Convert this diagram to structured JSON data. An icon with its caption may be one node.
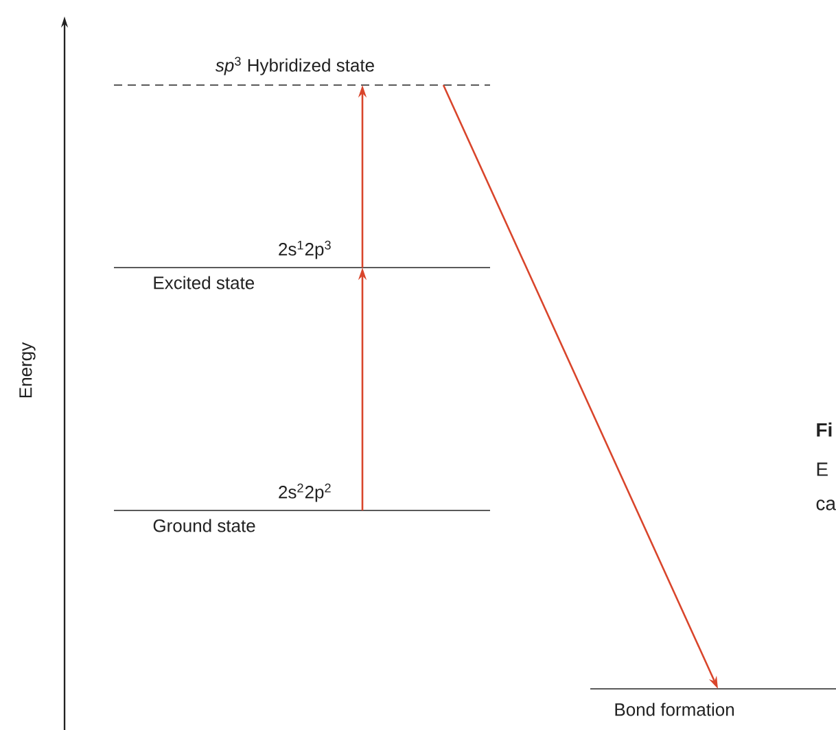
{
  "diagram": {
    "nodes": [
      {
        "text": [
          "*sp*$^{3}$ Hybridized state"
        ]
      },
      {
        "text": [
          "2s$^{1}$2p$^{3}$",
          "Excited state"
        ]
      },
      {
        "text": [
          "2s$^{2}$2p$^{2}$",
          "Ground state"
        ]
      },
      {
        "text": [
          "Bond formation"
        ]
      }
    ],
    "edges": [
      {
        "from": 2,
        "to": 1,
        "arrow": "to"
      },
      {
        "from": 1,
        "to": 0,
        "arrow": "to"
      },
      {
        "from": 0,
        "to": 3,
        "arrow": "to"
      }
    ],
    "labels": [
      "Energy",
      "Fi",
      "E",
      "ca"
    ]
  }
}
